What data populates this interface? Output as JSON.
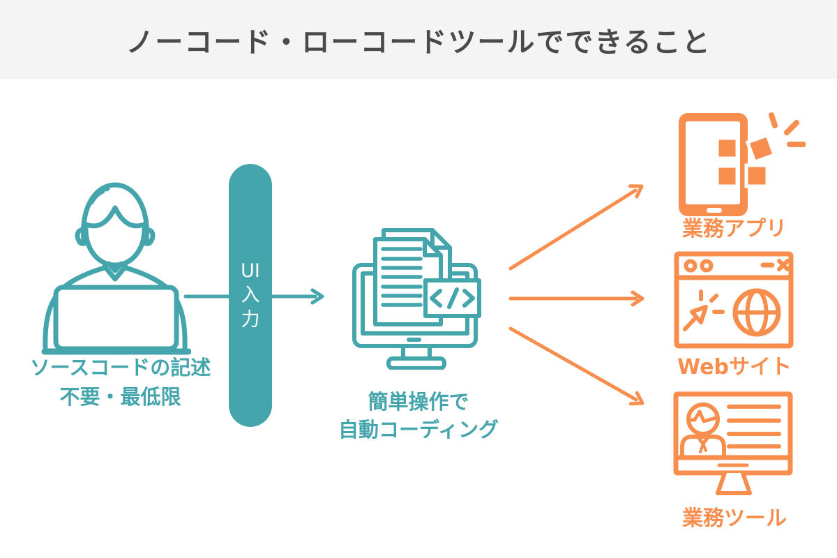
{
  "header": {
    "title": "ノーコード・ローコードツールでできること"
  },
  "palette": {
    "teal": "#45A5AC",
    "orange": "#F78E4E",
    "header_bg": "#F4F4F4",
    "header_text": "#4A4A4A",
    "canvas": "#FFFFFF"
  },
  "input_node": {
    "icon": "person-laptop-icon",
    "caption_line1": "ソースコードの記述",
    "caption_line2": "不要・最低限"
  },
  "connector": {
    "pill_label": "UI入力",
    "pill_chars": [
      "UI",
      "入",
      "力"
    ]
  },
  "process_node": {
    "icon": "auto-coding-icon",
    "caption_line1": "簡単操作で",
    "caption_line2": "自動コーディング"
  },
  "outputs": [
    {
      "icon": "smartphone-apps-icon",
      "label": "業務アプリ"
    },
    {
      "icon": "browser-globe-icon",
      "label": "Webサイト"
    },
    {
      "icon": "monitor-user-icon",
      "label": "業務ツール"
    }
  ]
}
